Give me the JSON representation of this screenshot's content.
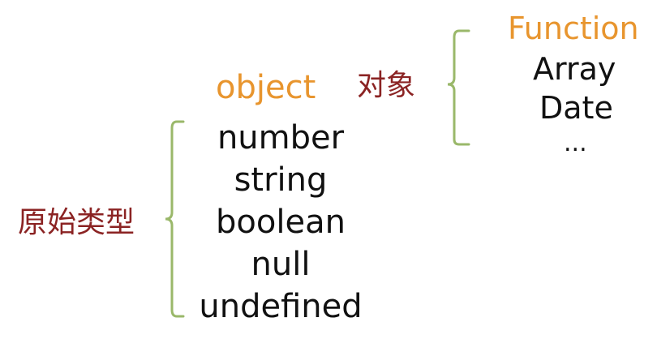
{
  "object_group": {
    "items": [
      "Function",
      "Array",
      "Date",
      "..."
    ]
  },
  "object": {
    "label": "object",
    "cn_label": "对象"
  },
  "primitive": {
    "cn_label": "原始类型",
    "items": [
      "number",
      "string",
      "boolean",
      "null",
      "undefined"
    ]
  },
  "colors": {
    "brace": "#9ab86a",
    "highlight": "#e8952e",
    "cn_label": "#8b2323",
    "text": "#111111"
  }
}
